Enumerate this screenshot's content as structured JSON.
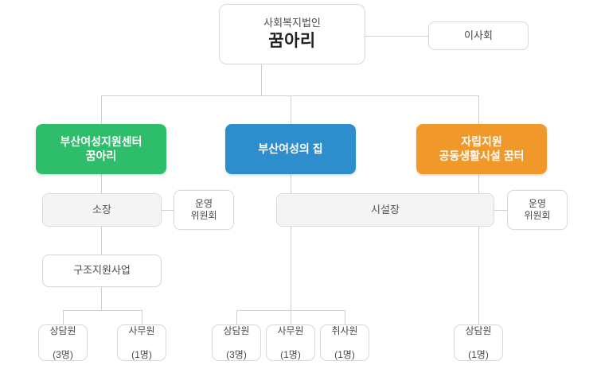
{
  "chart": {
    "title_sub": "사회복지법인",
    "title_main": "꿈아리",
    "board": "이사회",
    "divisions": [
      {
        "name": "부산여성지원센터\n꿈아리",
        "color": "#2ebd6b"
      },
      {
        "name": "부산여성의 집",
        "color": "#2e8ecd"
      },
      {
        "name": "자립지원\n공동생활시설 꿈터",
        "color": "#f0982a"
      }
    ],
    "managers": {
      "left": "소장",
      "right": "시설장"
    },
    "committees": {
      "left": "운영\n위원회",
      "right": "운영\n위원회"
    },
    "program": "구조지원사업",
    "staff": [
      {
        "role": "상담원",
        "count": "(3명)"
      },
      {
        "role": "사무원",
        "count": "(1명)"
      },
      {
        "role": "상담원",
        "count": "(3명)"
      },
      {
        "role": "사무원",
        "count": "(1명)"
      },
      {
        "role": "취사원",
        "count": "(1명)"
      },
      {
        "role": "상담원",
        "count": "(1명)"
      }
    ],
    "colors": {
      "green": "#2ebd6b",
      "blue": "#2e8ecd",
      "orange": "#f0982a",
      "line": "#cfcfcf",
      "box_fill": "#f4f4f4",
      "box_border": "#dcdcdc"
    }
  }
}
